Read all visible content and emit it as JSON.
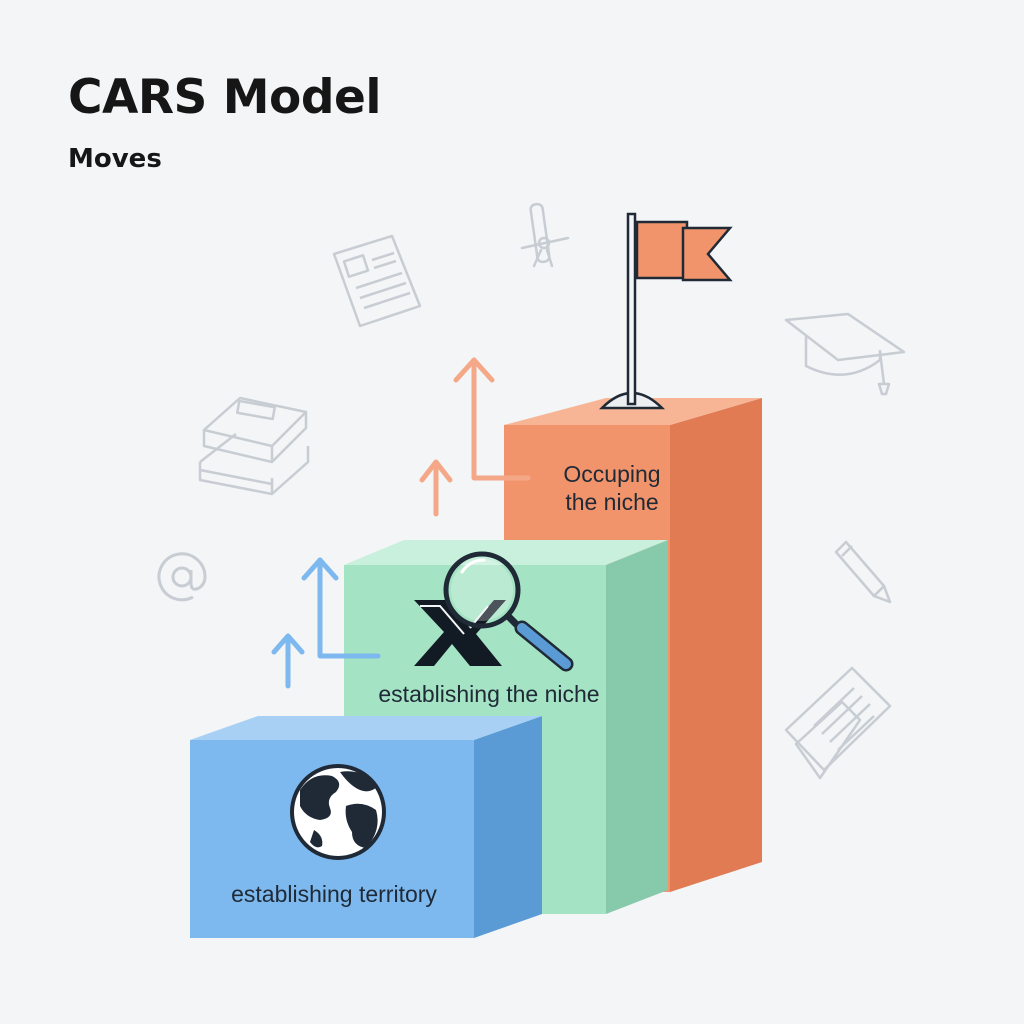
{
  "header": {
    "title": "CARS Model",
    "subtitle": "Moves"
  },
  "steps": [
    {
      "label": "establishing territory",
      "color": "#7db8ee",
      "icon": "globe-icon"
    },
    {
      "label": "establishing the niche",
      "color": "#a4e3c4",
      "icon": "magnifier-icon"
    },
    {
      "label_line1": "Occuping",
      "label_line2": "the niche",
      "color": "#f2946b",
      "icon": "flag-icon"
    }
  ],
  "colors": {
    "blue": "#7db8ee",
    "green": "#a4e3c4",
    "orange": "#f2946b",
    "background": "#f3f5f7"
  },
  "decorations": [
    "document-icon",
    "diploma-scroll-icon",
    "graduation-cap-icon",
    "books-icon",
    "at-sign-icon",
    "pencil-icon",
    "papers-icon",
    "up-arrow-icon"
  ]
}
